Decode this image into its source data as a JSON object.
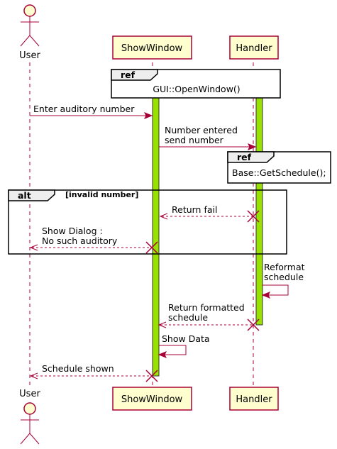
{
  "participants": {
    "user": "User",
    "show_window": "ShowWindow",
    "handler": "Handler"
  },
  "refs": {
    "open_window": {
      "tag": "ref",
      "text": "GUI::OpenWindow()"
    },
    "get_schedule": {
      "tag": "ref",
      "text": "Base::GetSchedule();"
    }
  },
  "alt": {
    "tag": "alt",
    "condition": "[invalid number]"
  },
  "messages": {
    "enter_number": "Enter auditory number",
    "number_entered_1": "Number entered",
    "number_entered_2": "send number",
    "return_fail": "Return fail",
    "show_dialog_1": "Show Dialog :",
    "show_dialog_2": "No such auditory",
    "reformat_1": "Reformat",
    "reformat_2": "schedule",
    "return_formatted_1": "Return formatted",
    "return_formatted_2": "schedule",
    "show_data": "Show Data",
    "schedule_shown": "Schedule shown"
  },
  "colors": {
    "line": "#A80036",
    "participant_fill": "#FEFECE",
    "activation_fill": "#99E100",
    "ref_tab_fill": "#EEEEEE"
  }
}
